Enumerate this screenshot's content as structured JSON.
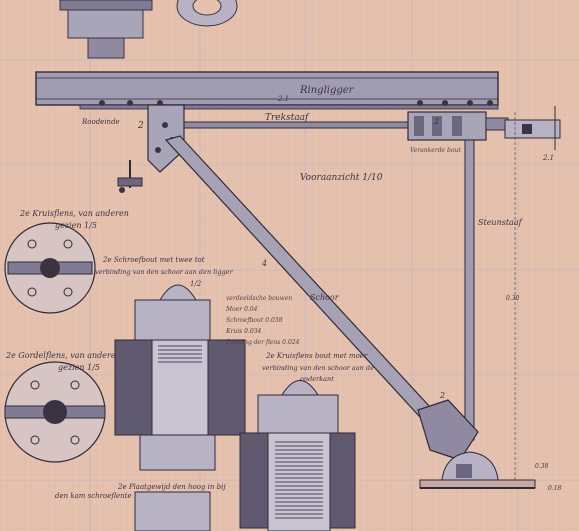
{
  "labels": {
    "ringligger": "Ringligger",
    "trekstaaf": "Trekstaaf",
    "roodeinde": "Roodeinde",
    "verankerde_bout": "Verankerde bout",
    "vooraanzicht": "Vooraanzicht 1/10",
    "steunstaaf": "Steunstaaf",
    "schoor": "Schoor",
    "flens_1_title": "2e Kruisflens, van anderen",
    "flens_1_scale": "gezien 1/5",
    "flens_2_title": "2e Gordelflens, van anderen",
    "flens_2_scale": "gezien 1/5",
    "schroefbout_title": "2e Schroefbout met twee tot",
    "schroefbout_sub": "verbinding van den schoor aan den ligger",
    "schroefbout_scale": "1/2",
    "kruisflens_title": "2e Kruisflens bout met moer",
    "kruisflens_sub": "verbinding van den schoor aan de",
    "kruisflens_sub2": "onderkant",
    "plaat_title": "2e Plaatgewijd den hoog in bij",
    "plaat_sub": "den kam schroeflente"
  },
  "dimensions": {
    "d_main": "2.1",
    "d_right": "2.1",
    "d_bottom": "0.38",
    "d_lower": "0.18",
    "d_side": "0.30",
    "d_mark1": "2",
    "d_mark2": "2",
    "d_mark3": "2",
    "d_mark4": "2",
    "d_mark5": "4"
  },
  "specs": {
    "line1": "verdeeldsche bouwen",
    "line2": "Moer      0.04",
    "line3": "Schroefbout 0.038",
    "line4": "Kruis     0.034",
    "line5": "Opening der flens 0.024"
  },
  "colors": {
    "paper": "#e6c2ae",
    "grid_blue": "#b7b0c8",
    "grid_red": "#d49a92",
    "ink": "#3a3342",
    "steel_wash": "#7f7b93",
    "steel_light": "#a9a5b8",
    "wood": "#5f5a70"
  }
}
